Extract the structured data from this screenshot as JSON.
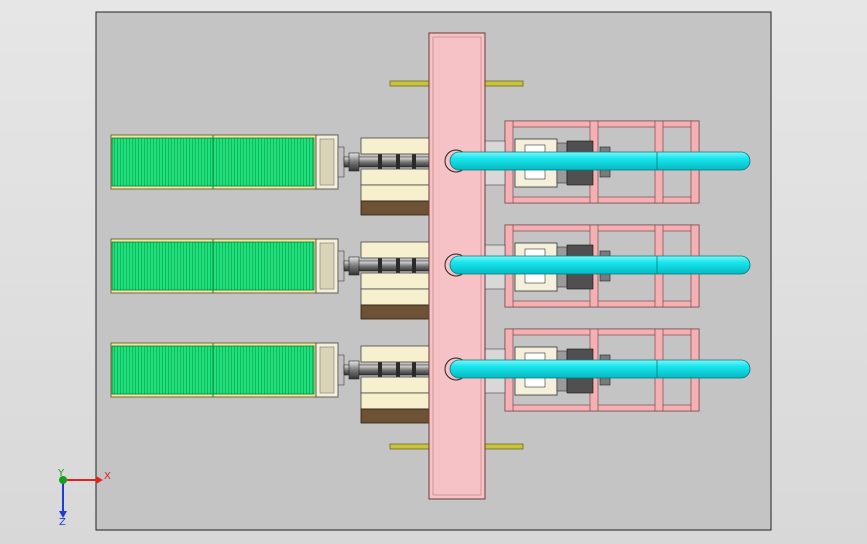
{
  "triad": {
    "x_label": "X",
    "y_label": "Y",
    "z_label": "Z",
    "x_color": "#e0221f",
    "y_color": "#16a11b",
    "z_color": "#1f3bd6"
  },
  "colors": {
    "viewport_bg": "#c4c4c4",
    "conveyor_green": "#20e07a",
    "pipe_cyan": "#13e3ea",
    "frame_pink": "#f5b0b4",
    "beam_pink": "#f7c2c5",
    "housing_cream": "#f6f0cf",
    "base_brown": "#6e5236",
    "rail_yellow": "#c9c23e"
  },
  "assembly": {
    "line_count": 3
  }
}
